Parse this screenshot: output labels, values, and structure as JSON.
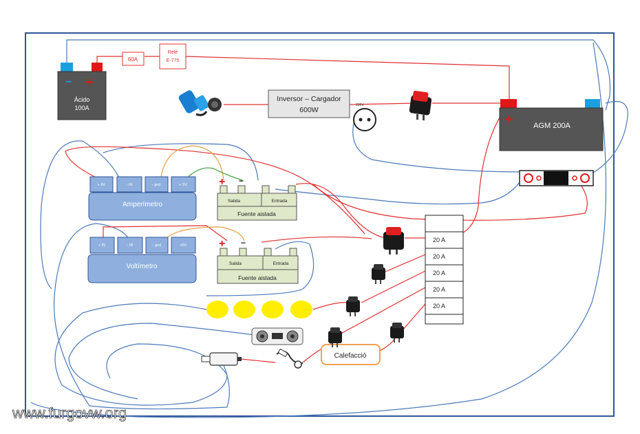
{
  "battery_acid": {
    "label": "Ácido",
    "capacity": "100A",
    "minus": "−",
    "plus": "+"
  },
  "fuse_main": {
    "label": "60A"
  },
  "relay": {
    "line1": "Relé",
    "line2": "E-775"
  },
  "inverter": {
    "line1": "Inversor – Cargador",
    "line2": "600W"
  },
  "socket": {
    "label": "220V"
  },
  "battery_agm": {
    "label": "AGM 200A",
    "plus": "+"
  },
  "ammeter": {
    "title": "Amperímetro",
    "terminals": [
      "+ IN",
      "- IN",
      "- gnd",
      "+ 5V"
    ]
  },
  "voltmeter": {
    "title": "Voltímetro",
    "terminals": [
      "+ IN",
      "- IN",
      "- gnd",
      "+5V"
    ]
  },
  "psu_top": {
    "title": "Fuente aislada",
    "out": "Salida",
    "in": "Entrada",
    "plus": "+",
    "minus": "−"
  },
  "psu_bottom": {
    "title": "Fuente aislada",
    "out": "Salida",
    "in": "Entrada",
    "plus": "+",
    "minus": "−"
  },
  "fuse_block": {
    "fuses": [
      "20 A",
      "20 A",
      "20 A",
      "20 A",
      "20 A"
    ]
  },
  "heating": {
    "label": "Calefacció"
  },
  "watermark": {
    "text": "www.furgovw.org"
  },
  "colors": {
    "frame": "#2f5597",
    "wire_red": "#e03030",
    "wire_blue": "#4a78b8",
    "wire_orange": "#e3a040",
    "wire_green": "#3a9a3a",
    "meter_fill": "#8fb0de",
    "psu_fill": "#dfe8c8",
    "led": "#ffee00",
    "battery": "#555555"
  }
}
